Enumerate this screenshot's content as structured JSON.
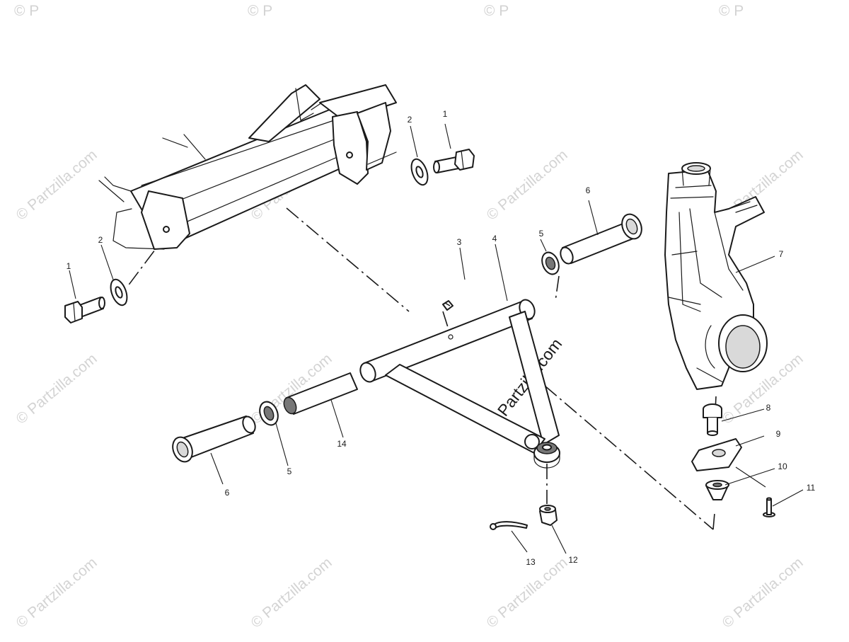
{
  "watermark": {
    "text": "© Partzilla.com",
    "corner_text": "© P",
    "color": "#b0b0b0"
  },
  "callouts": [
    {
      "label": "1"
    },
    {
      "label": "2"
    },
    {
      "label": "1"
    },
    {
      "label": "2"
    },
    {
      "label": "3"
    },
    {
      "label": "4"
    },
    {
      "label": "5"
    },
    {
      "label": "6"
    },
    {
      "label": "7"
    },
    {
      "label": "14"
    },
    {
      "label": "5"
    },
    {
      "label": "6"
    },
    {
      "label": "8"
    },
    {
      "label": "9"
    },
    {
      "label": "10"
    },
    {
      "label": "11"
    },
    {
      "label": "12"
    },
    {
      "label": "13"
    }
  ]
}
